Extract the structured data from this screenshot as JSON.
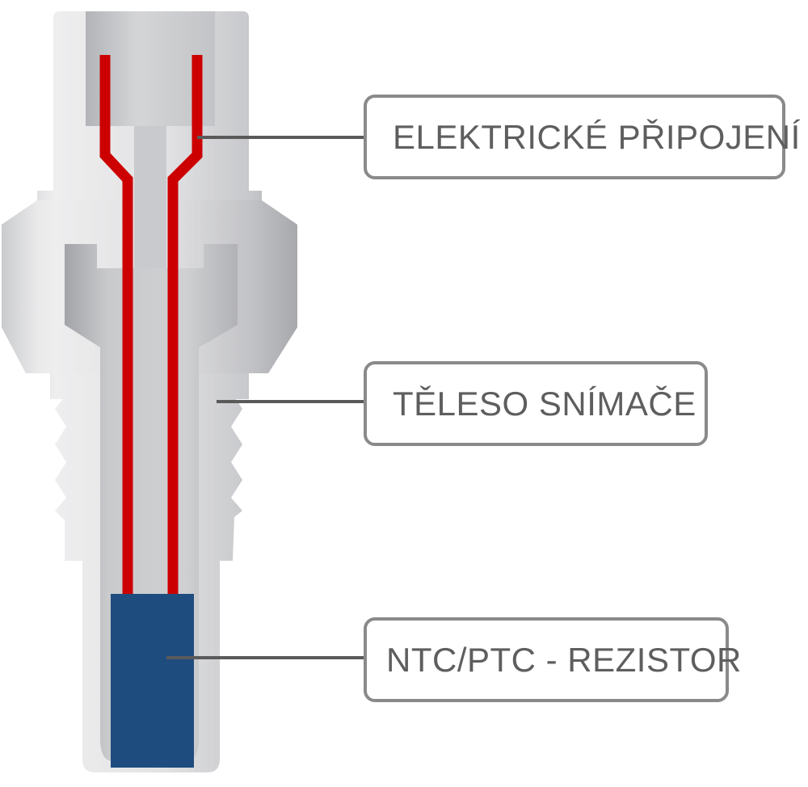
{
  "colors": {
    "wire": "#cc0000",
    "resistor": "#1f4c7f",
    "callout_border": "#8a8a8a",
    "callout_text": "#5e5e5e",
    "leader_line": "#5a5a5a",
    "body_metal_light": "#e6e6e8",
    "body_metal_dark": "#a4a5a9"
  },
  "callouts": {
    "electrical_connection": "ELEKTRICKÉ PŘIPOJENÍ",
    "sensor_body": "TĚLESO SNÍMAČE",
    "resistor": "NTC/PTC - REZISTOR"
  }
}
